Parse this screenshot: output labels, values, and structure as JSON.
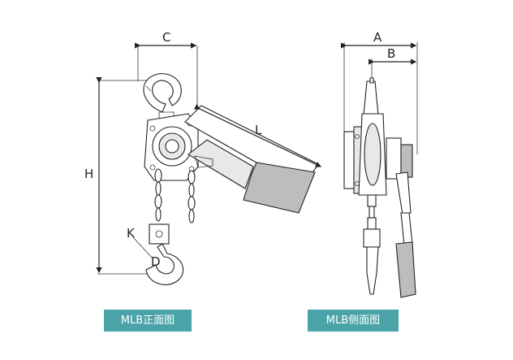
{
  "dimensions": {
    "c": "C",
    "h": "H",
    "l": "L",
    "k": "K",
    "d": "D",
    "a": "A",
    "b": "B"
  },
  "captions": {
    "front": "MLB正面图",
    "side": "MLB侧面图"
  },
  "colors": {
    "caption_bg": "#4aa3a8",
    "caption_text": "#ffffff",
    "line": "#222222"
  }
}
